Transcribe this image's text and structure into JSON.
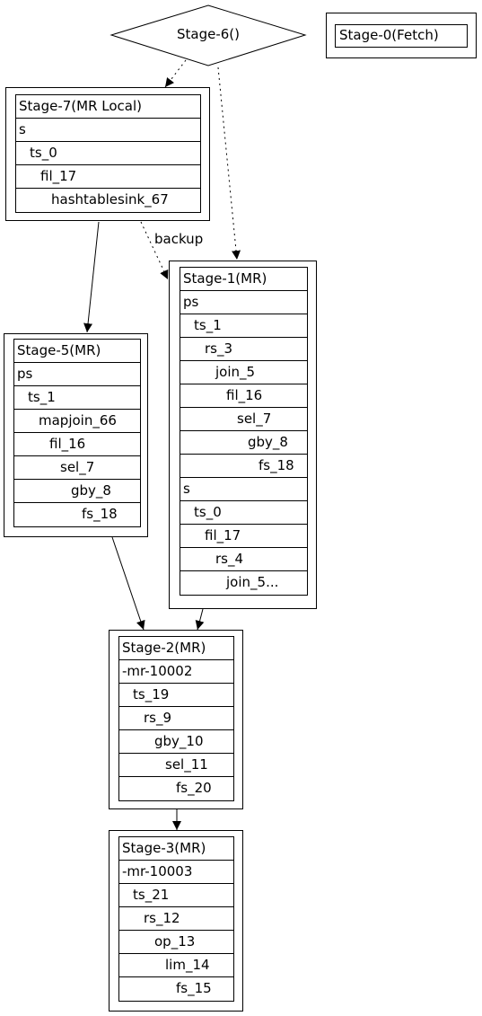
{
  "diagram": {
    "stage6": {
      "label": "Stage-6()"
    },
    "stage0": {
      "label": "Stage-0(Fetch)"
    },
    "stage7": {
      "rows": [
        "Stage-7(MR Local)",
        "s",
        "  ts_0",
        "    fil_17",
        "      hashtablesink_67"
      ]
    },
    "stage1": {
      "rows": [
        "Stage-1(MR)",
        "ps",
        "  ts_1",
        "    rs_3",
        "      join_5",
        "        fil_16",
        "          sel_7",
        "            gby_8",
        "              fs_18",
        "s",
        "  ts_0",
        "    fil_17",
        "      rs_4",
        "        join_5..."
      ]
    },
    "stage5": {
      "rows": [
        "Stage-5(MR)",
        "ps",
        "  ts_1",
        "    mapjoin_66",
        "      fil_16",
        "        sel_7",
        "          gby_8",
        "            fs_18"
      ]
    },
    "stage2": {
      "rows": [
        "Stage-2(MR)",
        "-mr-10002",
        "  ts_19",
        "    rs_9",
        "      gby_10",
        "        sel_11",
        "          fs_20"
      ]
    },
    "stage3": {
      "rows": [
        "Stage-3(MR)",
        "-mr-10003",
        "  ts_21",
        "    rs_12",
        "      op_13",
        "        lim_14",
        "          fs_15"
      ]
    },
    "edge_labels": {
      "backup": "backup"
    }
  }
}
